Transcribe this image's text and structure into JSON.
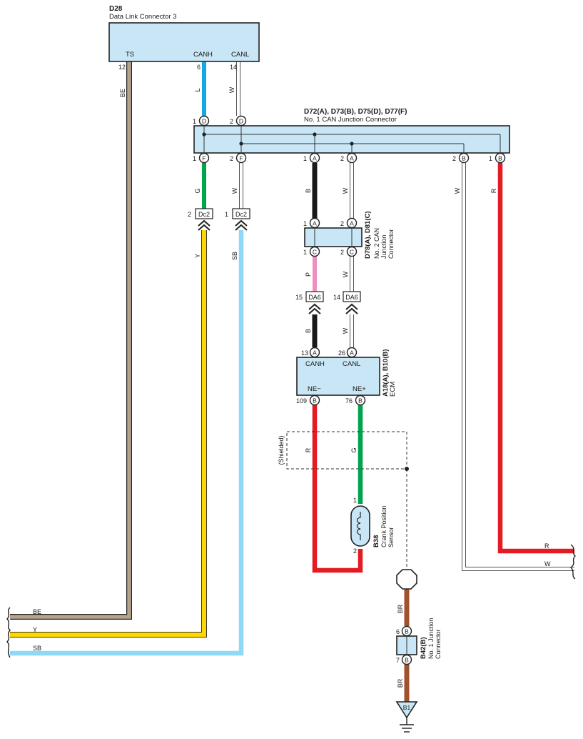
{
  "colors": {
    "BE": "#b5a48c",
    "L": "#1aa6e6",
    "W": "#ffffff",
    "G": "#00a44f",
    "Y": "#ffd700",
    "SB": "#8ed8f8",
    "B": "#1a1a1a",
    "P": "#ee8fbd",
    "R": "#e31b23",
    "BR": "#a0522d",
    "box": "#c8e6f5"
  },
  "d28": {
    "id": "D28",
    "name": "Data Link Connector 3",
    "ts": "TS",
    "canh": "CANH",
    "canl": "CANL",
    "p12": "12",
    "p6": "6",
    "p14": "14"
  },
  "wires_top": {
    "be": "BE",
    "l": "L",
    "w": "W"
  },
  "jc1": {
    "id": "D72(A), D73(B), D75(D), D77(F)",
    "name": "No. 1 CAN Junction Connector",
    "top_pins": [
      {
        "num": "1",
        "letter": "D"
      },
      {
        "num": "2",
        "letter": "D"
      }
    ],
    "bottom_pins": [
      {
        "num": "1",
        "letter": "F"
      },
      {
        "num": "2",
        "letter": "F"
      },
      {
        "num": "1",
        "letter": "A"
      },
      {
        "num": "2",
        "letter": "A"
      },
      {
        "num": "2",
        "letter": "B"
      },
      {
        "num": "1",
        "letter": "B"
      }
    ]
  },
  "wires_mid": {
    "g": "G",
    "w1": "W",
    "b": "B",
    "w2": "W",
    "w3": "W",
    "r": "R"
  },
  "dc2": {
    "label": "Dc2",
    "p2": "2",
    "p1": "1"
  },
  "wires_lower": {
    "y": "Y",
    "sb": "SB"
  },
  "jc2": {
    "id": "D78(A), D81(C)",
    "name": "No. 2 CAN Junction Connector",
    "top_pins": [
      {
        "num": "1",
        "letter": "A"
      },
      {
        "num": "2",
        "letter": "A"
      }
    ],
    "bottom_pins": [
      {
        "num": "1",
        "letter": "C"
      },
      {
        "num": "2",
        "letter": "C"
      }
    ]
  },
  "wires_jc2": {
    "p": "P",
    "w": "W"
  },
  "da6": {
    "label": "DA6",
    "p15": "15",
    "p14": "14"
  },
  "wires_da6": {
    "b": "B",
    "w": "W"
  },
  "ecm": {
    "id": "A18(A), B10(B)",
    "name": "ECM",
    "canh": "CANH",
    "canl": "CANL",
    "neminus": "NE−",
    "neplus": "NE+",
    "p13": "13",
    "p13l": "A",
    "p26": "26",
    "p26l": "A",
    "p109": "109",
    "p109l": "B",
    "p76": "76",
    "p76l": "B"
  },
  "shielded": "(Shielded)",
  "wires_ecm": {
    "r": "R",
    "g": "G"
  },
  "b38": {
    "id": "B38",
    "name": "Crank Position Sensor",
    "p1": "1",
    "p2": "2"
  },
  "right_ends": {
    "r": "R",
    "w": "W"
  },
  "left_ends": {
    "be": "BE",
    "y": "Y",
    "sb": "SB"
  },
  "b42": {
    "id": "B42(B)",
    "name": "No. 1 Junction Connector",
    "p6": "6",
    "p6l": "B",
    "p7": "7",
    "p7l": "B"
  },
  "wires_b42": {
    "br1": "BR",
    "br2": "BR"
  },
  "ground": {
    "label": "B1"
  }
}
